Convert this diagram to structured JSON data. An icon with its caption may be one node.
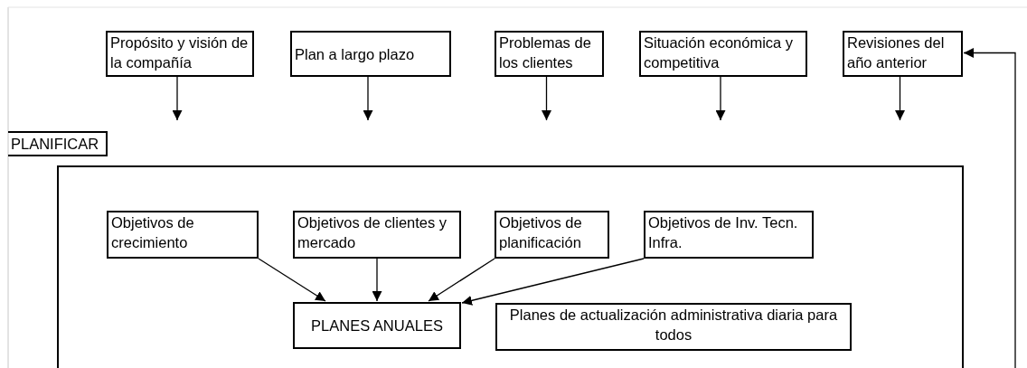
{
  "diagram": {
    "nodes": [
      {
        "text": [
          "Propósito y visión de la compañía"
        ]
      },
      {
        "text": [
          "Plan a largo plazo"
        ]
      },
      {
        "text": [
          "Problemas de los clientes"
        ]
      },
      {
        "text": [
          "Situación económica y competitiva"
        ]
      },
      {
        "text": [
          "Revisiones del año anterior"
        ]
      },
      {
        "text": [
          "PLANIFICAR"
        ]
      },
      {
        "text": [],
        "shape": "box"
      },
      {
        "text": [
          "Objetivos de crecimiento"
        ],
        "in": 6
      },
      {
        "text": [
          "Objetivos de clientes y mercado"
        ],
        "in": 6
      },
      {
        "text": [
          "Objetivos de planificación"
        ],
        "in": 6
      },
      {
        "text": [
          "Objetivos de Inv. Tecn. Infra."
        ],
        "in": 6
      },
      {
        "text": [
          "PLANES ANUALES"
        ],
        "in": 6
      },
      {
        "text": [
          "Planes de actualización administrativa diaria para todos"
        ],
        "in": 6
      }
    ],
    "edges": [
      {
        "from": 0,
        "to": null,
        "arrow": "to"
      },
      {
        "from": 1,
        "to": null,
        "arrow": "to"
      },
      {
        "from": 2,
        "to": null,
        "arrow": "to"
      },
      {
        "from": 3,
        "to": null,
        "arrow": "to"
      },
      {
        "from": 4,
        "to": null,
        "arrow": "to"
      },
      {
        "from": 7,
        "to": 11,
        "arrow": "to"
      },
      {
        "from": 8,
        "to": 11,
        "arrow": "to"
      },
      {
        "from": 9,
        "to": 11,
        "arrow": "to"
      },
      {
        "from": 10,
        "to": 11,
        "arrow": "to"
      },
      {
        "from": null,
        "to": 4,
        "arrow": "to"
      }
    ]
  }
}
